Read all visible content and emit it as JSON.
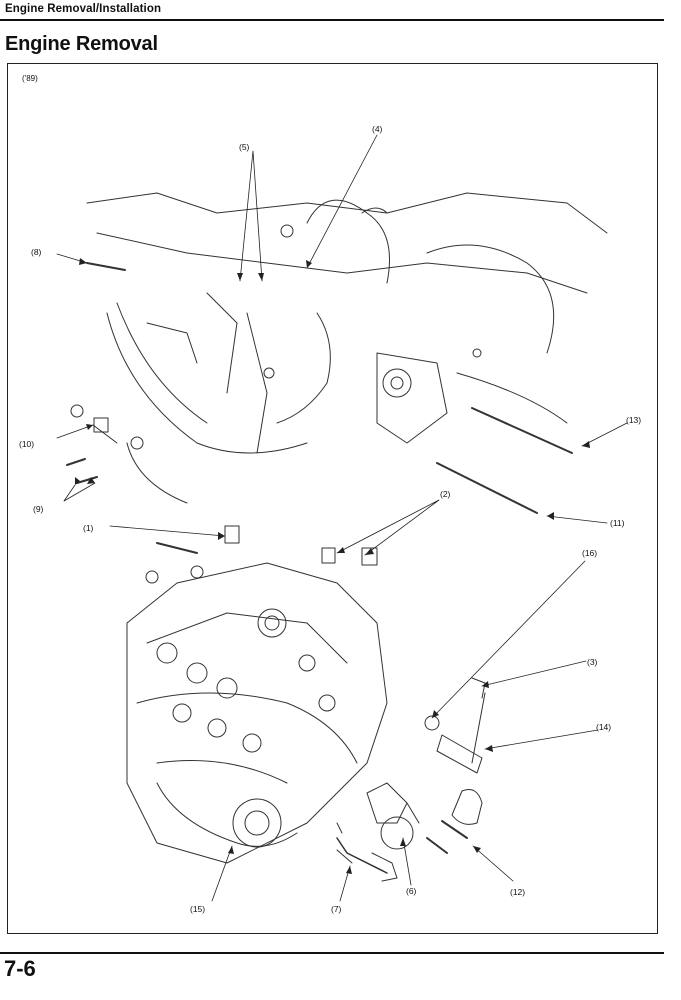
{
  "header": {
    "section": "Engine Removal/Installation"
  },
  "title": "Engine Removal",
  "figure": {
    "year_label": "('89)",
    "callouts": [
      "(1)",
      "(2)",
      "(3)",
      "(4)",
      "(5)",
      "(6)",
      "(7)",
      "(8)",
      "(9)",
      "(10)",
      "(11)",
      "(12)",
      "(13)",
      "(14)",
      "(15)",
      "(16)"
    ]
  },
  "footer": {
    "page_number": "7-6"
  }
}
